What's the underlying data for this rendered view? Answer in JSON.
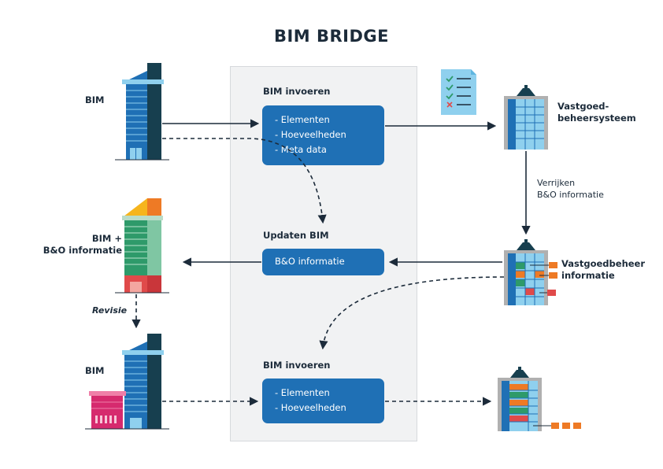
{
  "title": "BIM BRIDGE",
  "left": {
    "label_top": "BIM",
    "label_mid_1": "BIM +",
    "label_mid_2": "B&O informatie",
    "revisie": "Revisie",
    "label_bottom": "BIM"
  },
  "center": {
    "sec1_title": "BIM invoeren",
    "sec1_items": [
      "- Elementen",
      "- Hoeveelheden",
      "- Meta data"
    ],
    "sec2_title": "Updaten BIM",
    "sec2_box": "B&O informatie",
    "sec3_title": "BIM invoeren",
    "sec3_items": [
      "- Elementen",
      "- Hoeveelheden"
    ]
  },
  "right": {
    "vast_1": "Vastgoed-",
    "vast_2": "beheersysteem",
    "verrijken_1": "Verrijken",
    "verrijken_2": "B&O informatie",
    "vgb_1": "Vastgoedbeheer",
    "vgb_2": "informatie"
  },
  "colors": {
    "navy": "#1c2b3a",
    "blue": "#1f70b5",
    "light_blue": "#8fd0ee",
    "dark_teal": "#173f4f",
    "green": "#2e9a6a",
    "orange": "#ee7a25",
    "red": "#e04a4a",
    "magenta": "#d62a6e",
    "yellow": "#f6b51d"
  }
}
